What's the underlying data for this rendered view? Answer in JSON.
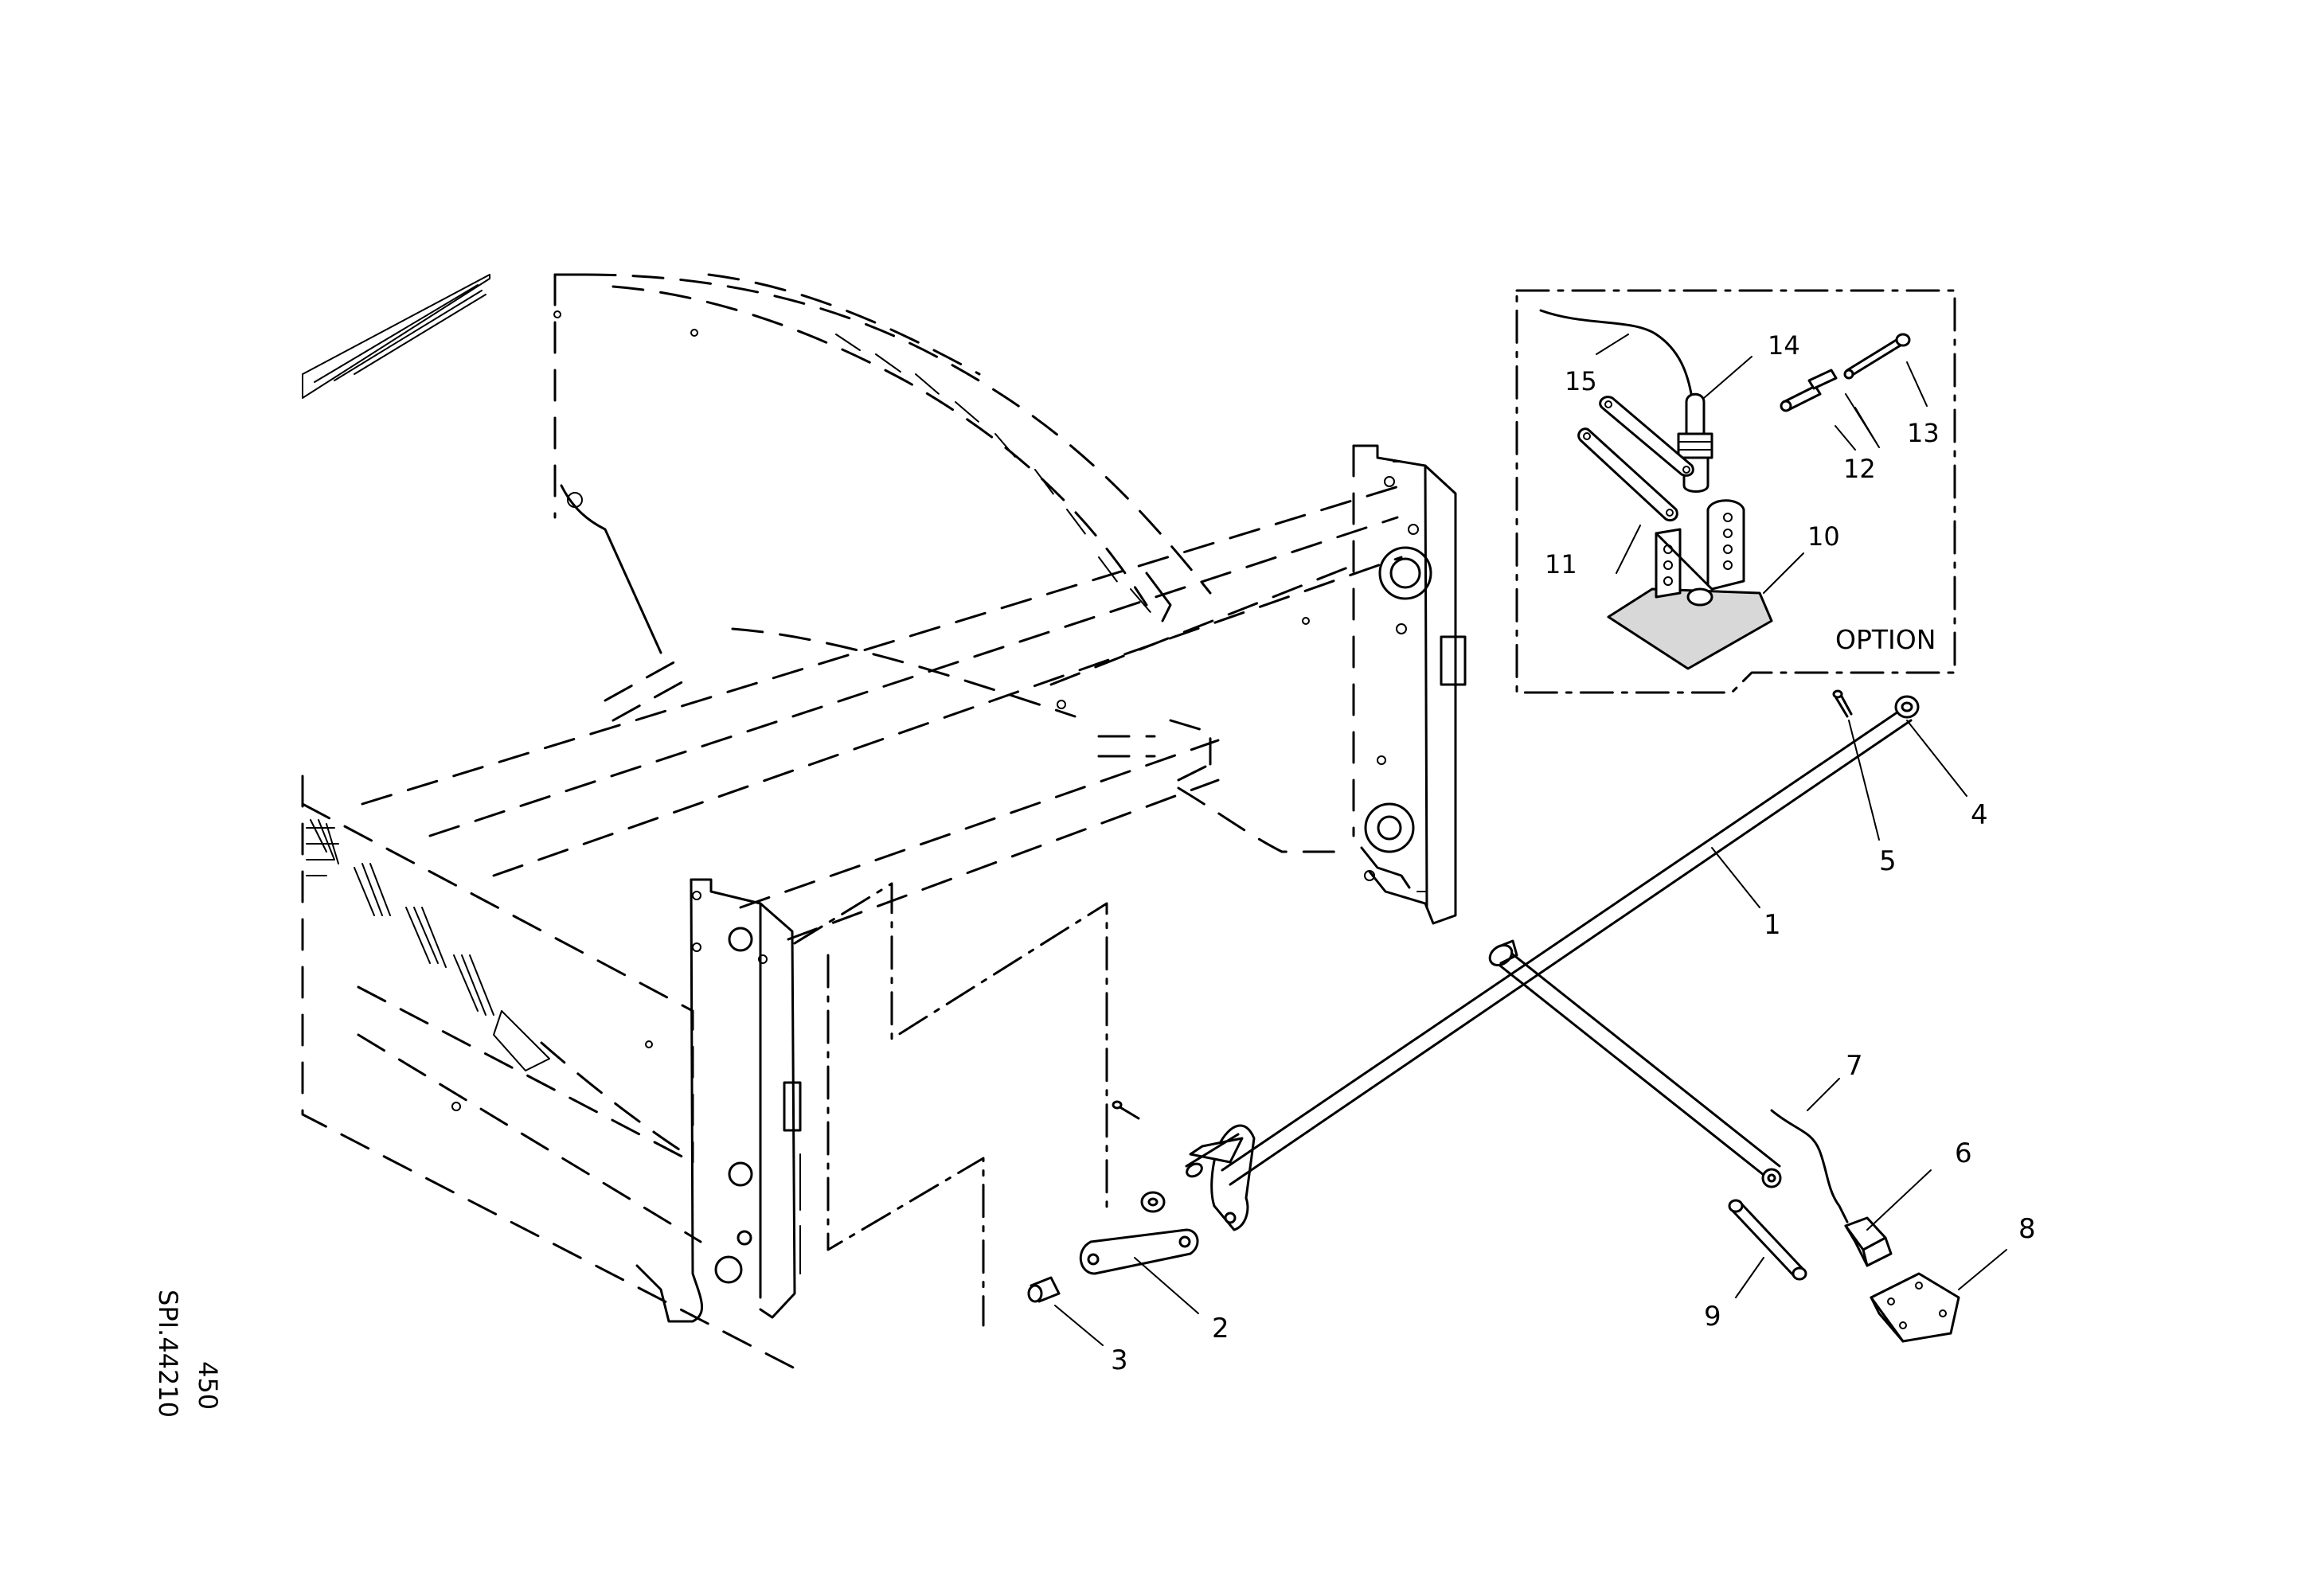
{
  "callouts": {
    "c1": "1",
    "c2": "2",
    "c3": "3",
    "c4": "4",
    "c5": "5",
    "c6": "6",
    "c7": "7",
    "c8": "8",
    "c9": "9",
    "c10": "10",
    "c11": "11",
    "c12": "12",
    "c13": "13",
    "c14": "14",
    "c15": "15"
  },
  "option_label": "OPTION",
  "drawing_ref": {
    "sheet": "450",
    "code": "SPI.44210"
  }
}
